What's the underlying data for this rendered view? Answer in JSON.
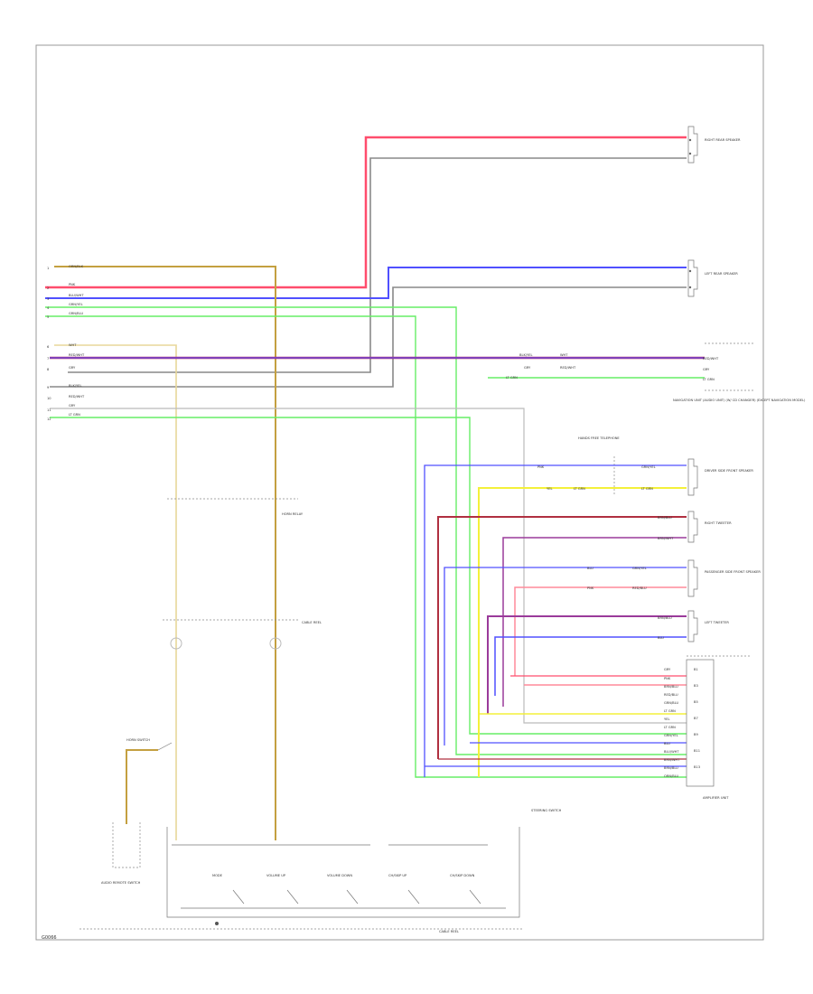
{
  "colors": {
    "red": "#ff4d6d",
    "pink": "#ff8a9a",
    "blue": "#5050ff",
    "green": "#66ee66",
    "yellow": "#f4f03a",
    "gray": "#9a9a9a",
    "tan": "#d9be6a",
    "olive": "#a58a3a",
    "purple": "#9a3a9a",
    "darkred": "#b03040",
    "black": "#666666"
  },
  "components": {
    "rr_speaker": "RIGHT REAR SPEAKER",
    "lr_speaker": "LEFT REAR SPEAKER",
    "audio_unit": "NAVIGATION UNIT (AUDIO UNIT) (W/ CD CHANGER) (EXCEPT NAVIGATION MODEL)",
    "center_speaker": "DRIVER SIDE FRONT SPEAKER",
    "r_tweeter": "RIGHT TWEETER",
    "r_speaker": "PASSENGER SIDE FRONT SPEAKER",
    "l_tweeter": "LEFT TWEETER",
    "amp_unit": "AMPLIFIER UNIT",
    "audio_units_note": "HANDS FREE TELEPHONE",
    "clock_spring": "CABLE REEL",
    "cable_reel": "CABLE REEL",
    "horn_switch": "HORN SWITCH",
    "horn_relay": "HORN RELAY",
    "steering_switch": "STEERING SWITCH",
    "audio_remote": "AUDIO REMOTE SWITCH",
    "footer_id": "G0066"
  },
  "switch_labels": [
    "MODE",
    "VOLUME UP",
    "VOLUME DOWN",
    "CH/SKIP UP",
    "CH/SKIP DOWN"
  ],
  "wires_left": [
    "ORN/BLK",
    "PNK",
    "BLU/WHT",
    "GRN/YEL",
    "GRN/BLU",
    "WHT",
    "RED/WHT",
    "GRY",
    "BLK/YEL",
    "RED/WHT",
    "GRY",
    "LT GRN"
  ],
  "wires_right": [
    "GRY",
    "PNK",
    "BRN/BLU",
    "RED/BLU",
    "GRN/BLU",
    "LT GRN",
    "YEL",
    "LT GRN",
    "GRN/YEL",
    "BLU",
    "BLU/WHT",
    "BRN/WHT",
    "BRN/BLU",
    "ORN/BLU"
  ],
  "wire_tags": [
    "PNK",
    "BLK/YEL",
    "BLU/WHT",
    "RED/BLU",
    "WHT",
    "RED/WHT",
    "GRY",
    "BLK/YEL",
    "LT GRN",
    "YEL",
    "BRN/WHT",
    "BRN/BLU",
    "BLU",
    "GRN/YEL",
    "PNK",
    "RED/BLU"
  ]
}
